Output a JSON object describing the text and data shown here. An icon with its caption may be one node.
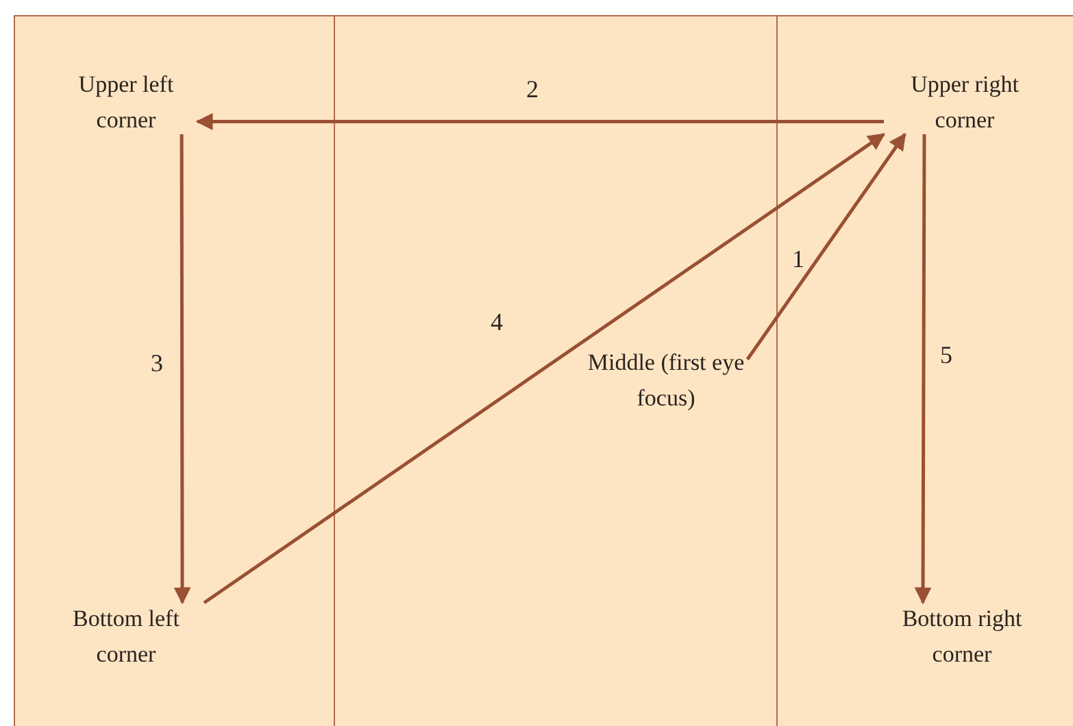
{
  "diagram": {
    "nodes": [
      {
        "text": [
          "Upper left corner"
        ]
      },
      {
        "text": [
          "Upper right corner"
        ]
      },
      {
        "text": [
          "Middle (first eye focus)"
        ]
      },
      {
        "text": [
          "Bottom left corner"
        ]
      },
      {
        "text": [
          "Bottom right corner"
        ]
      }
    ],
    "edges": [
      {
        "from": 2,
        "to": 1,
        "arrow": "to",
        "label": "1"
      },
      {
        "from": 1,
        "to": 0,
        "arrow": "to",
        "label": "2"
      },
      {
        "from": 0,
        "to": 3,
        "arrow": "to",
        "label": "3"
      },
      {
        "from": 3,
        "to": 1,
        "arrow": "to",
        "label": "4"
      },
      {
        "from": 1,
        "to": 4,
        "arrow": "to",
        "label": "5"
      }
    ]
  }
}
